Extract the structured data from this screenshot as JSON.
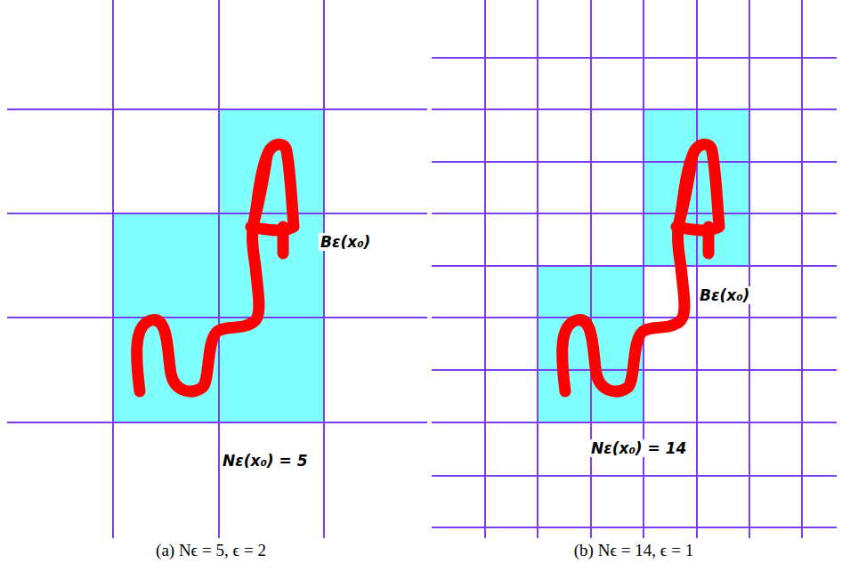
{
  "diagram": {
    "labels": [
      "Bε(x₀)",
      "Nε(x₀) = 5",
      "(a) Nϵ = 5, ϵ = 2",
      "Bε(x₀)",
      "Nε(x₀) = 14",
      "(b) Nϵ = 14, ϵ = 1"
    ]
  }
}
